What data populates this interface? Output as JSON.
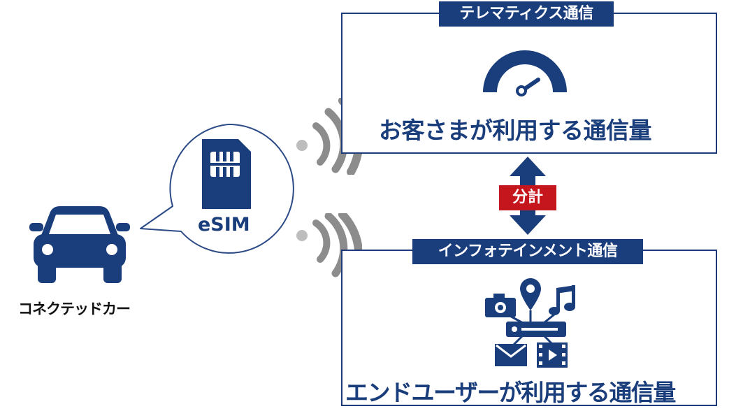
{
  "car": {
    "label": "コネクテッドカー"
  },
  "esim": {
    "label": "eSIM"
  },
  "telematics": {
    "title": "テレマティクス通信",
    "body": "お客さまが利用する通信量"
  },
  "split": {
    "label": "分計"
  },
  "infotainment": {
    "title": "インフォテインメント通信",
    "body": "エンドユーザーが利用する通信量"
  },
  "icons": {
    "car": "car-icon",
    "sim": "sim-card-icon",
    "signal": "wireless-signal-icon",
    "gauge": "speedometer-icon",
    "arrow": "double-arrow-icon",
    "media": [
      "camera-icon",
      "location-pin-icon",
      "music-note-icon",
      "mail-icon",
      "video-icon",
      "hub-icon"
    ]
  },
  "colors": {
    "navy": "#1a3d7c",
    "red": "#c4161c",
    "gray": "#8c8c8c"
  }
}
